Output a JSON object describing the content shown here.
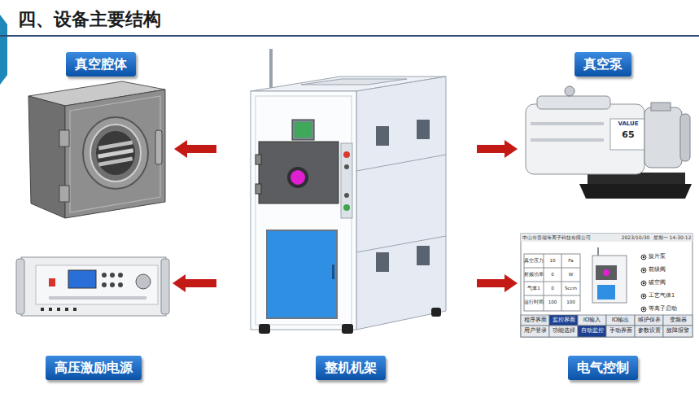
{
  "diagram": {
    "title": "四、设备主要结构",
    "nodes": [
      {
        "text": [
          "真空腔体"
        ]
      },
      {
        "text": [
          "真空泵"
        ]
      },
      {
        "text": [
          "整机机架"
        ]
      },
      {
        "text": [
          "高压激励电源"
        ]
      },
      {
        "text": [
          "电气控制"
        ]
      }
    ],
    "edges": [
      {
        "from": 2,
        "to": 0,
        "arrow": "to"
      },
      {
        "from": 2,
        "to": 1,
        "arrow": "to"
      },
      {
        "from": 2,
        "to": 3,
        "arrow": "to"
      },
      {
        "from": 2,
        "to": 4,
        "arrow": "to"
      }
    ],
    "labels": [
      "VALUE",
      "65",
      "中山市晋瑞等离子科技有限公司",
      "2023/10/30",
      "星期一",
      "14:30:12",
      "真空压力",
      "10",
      "Pa",
      "射频功率",
      "0",
      "W",
      "气体1",
      "0",
      "Sccm",
      "运行时间",
      "100",
      "100",
      "旋片泵",
      "前级阀",
      "破空阀",
      "工艺气体1",
      "等离子启动",
      "程序界面",
      "监控界面",
      "IO输入",
      "IO输出",
      "维护保养",
      "变频器",
      "用户登录",
      "功能选择",
      "自动监控",
      "手动界面",
      "参数设置",
      "故障报警"
    ]
  }
}
